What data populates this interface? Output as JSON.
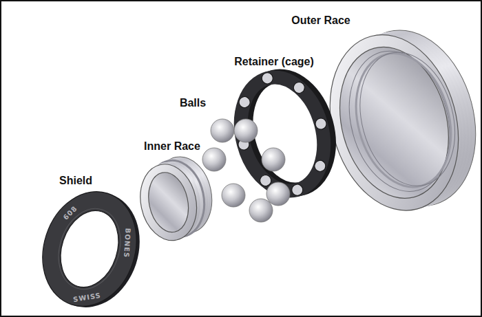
{
  "diagram": {
    "labels": [
      "Outer Race",
      "Retainer (cage)",
      "Balls",
      "Inner Race",
      "Shield",
      "608",
      "BONES",
      "SWISS"
    ]
  }
}
